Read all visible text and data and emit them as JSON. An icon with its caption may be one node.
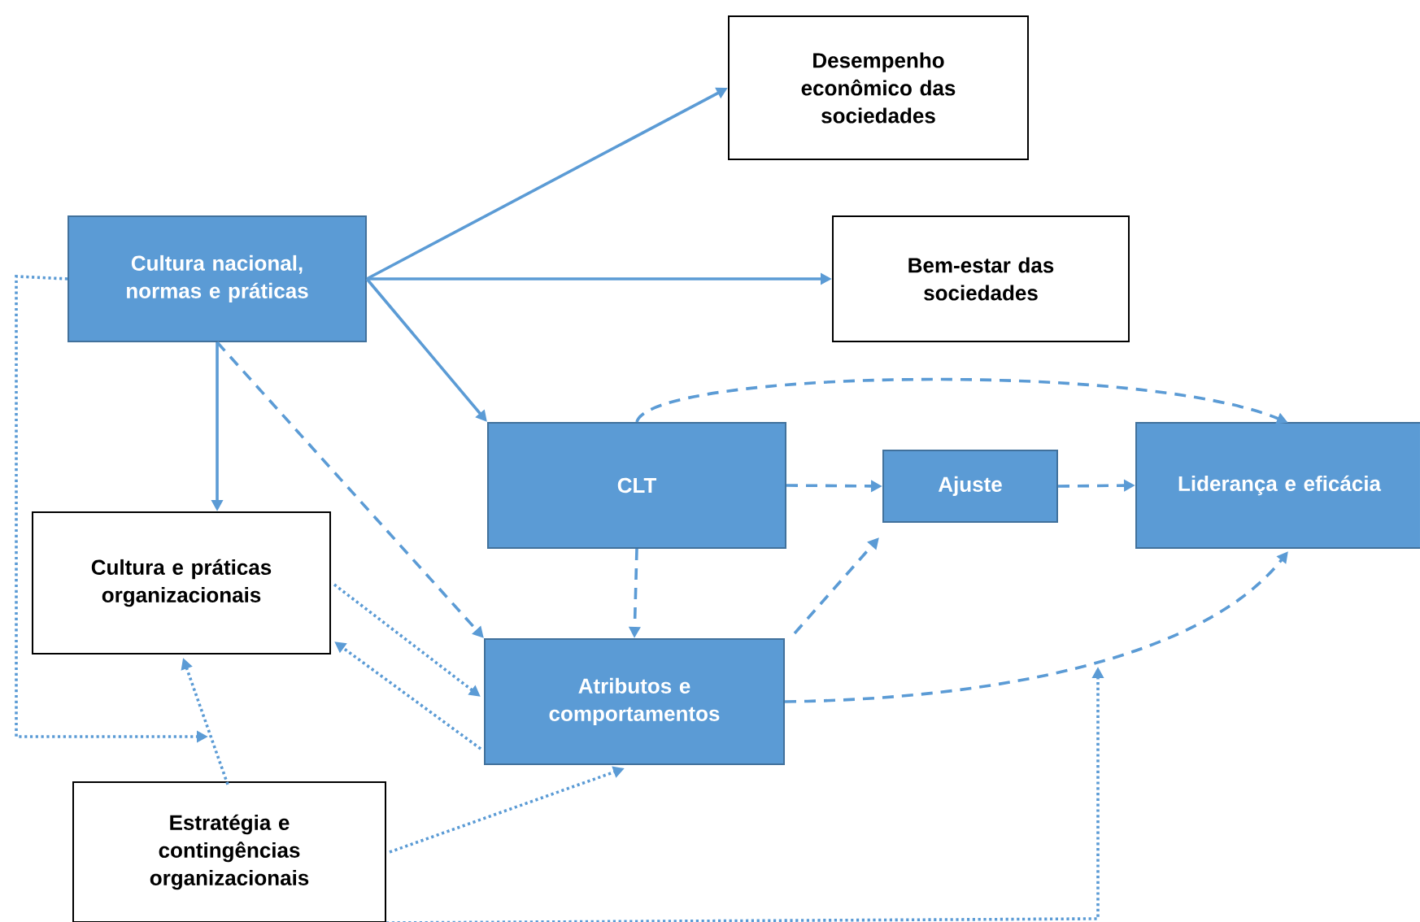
{
  "diagram": {
    "nodes": [
      {
        "text": [
          "Desempenho econômico das sociedades"
        ]
      },
      {
        "text": [
          "Cultura nacional, normas e práticas"
        ]
      },
      {
        "text": [
          "Bem-estar das sociedades"
        ]
      },
      {
        "text": [
          "CLT"
        ]
      },
      {
        "text": [
          "Ajuste"
        ]
      },
      {
        "text": [
          "Liderança e eficácia"
        ]
      },
      {
        "text": [
          "Cultura e práticas organizacionais"
        ]
      },
      {
        "text": [
          "Atributos e comportamentos"
        ]
      },
      {
        "text": [
          "Estratégia e contingências organizacionais"
        ]
      }
    ],
    "edges": [
      {
        "from": 1,
        "to": 0,
        "arrow": "to"
      },
      {
        "from": 1,
        "to": 2,
        "arrow": "to"
      },
      {
        "from": 1,
        "to": 3,
        "arrow": "to"
      },
      {
        "from": 1,
        "to": 6,
        "arrow": "to"
      },
      {
        "from": 1,
        "to": 7,
        "arrow": "to",
        "style": "dashed"
      },
      {
        "from": 1,
        "to": null,
        "arrow": "to",
        "style": "dashed"
      },
      {
        "from": 3,
        "to": 4,
        "arrow": "to",
        "style": "dashed"
      },
      {
        "from": 3,
        "to": 5,
        "arrow": "to",
        "style": "dashed"
      },
      {
        "from": 3,
        "to": 7,
        "arrow": "to",
        "style": "dashed"
      },
      {
        "from": 4,
        "to": 5,
        "arrow": "to",
        "style": "dashed"
      },
      {
        "from": 7,
        "to": 4,
        "arrow": "to",
        "style": "dashed"
      },
      {
        "from": 7,
        "to": 5,
        "arrow": "to",
        "style": "dashed"
      },
      {
        "from": 6,
        "to": 7,
        "arrow": "to",
        "style": "dashed"
      },
      {
        "from": 7,
        "to": 6,
        "arrow": "to",
        "style": "dashed"
      },
      {
        "from": 8,
        "to": 6,
        "arrow": "to",
        "style": "dashed"
      },
      {
        "from": 8,
        "to": 7,
        "arrow": "to",
        "style": "dashed"
      },
      {
        "from": 8,
        "to": null,
        "arrow": "to",
        "style": "dashed"
      }
    ]
  }
}
